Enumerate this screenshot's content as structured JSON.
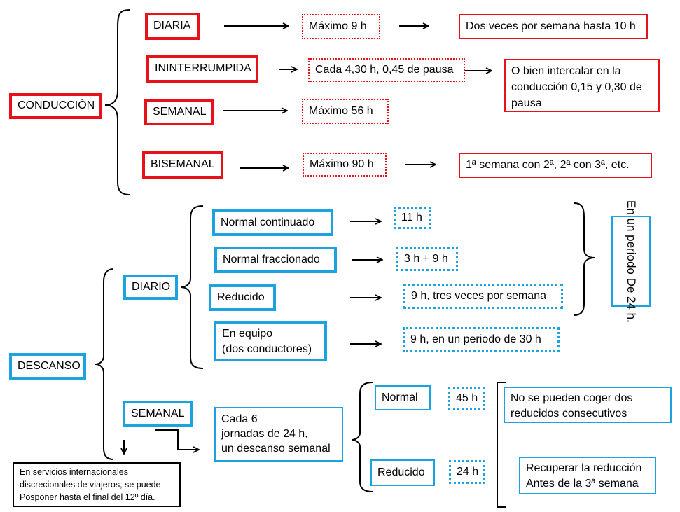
{
  "conduccion": {
    "label": "CONDUCCIÓN",
    "items": [
      {
        "label": "DIARIA",
        "value": "Máximo 9 h",
        "note": "Dos veces por semana hasta 10 h"
      },
      {
        "label": "ININTERRUMPIDA",
        "value": "Cada 4,30 h, 0,45 de pausa",
        "note": "O bien intercalar en la conducción 0,15 y 0,30 de pausa"
      },
      {
        "label": "SEMANAL",
        "value": "Máximo 56 h"
      },
      {
        "label": "BISEMANAL",
        "value": "Máximo 90 h",
        "note": "1ª semana con 2ª, 2ª con 3ª, etc."
      }
    ]
  },
  "descanso": {
    "label": "DESCANSO",
    "diario": {
      "label": "DIARIO",
      "items": [
        {
          "label": "Normal continuado",
          "value": "11 h"
        },
        {
          "label": "Normal fraccionado",
          "value": "3 h + 9 h"
        },
        {
          "label": "Reducido",
          "value": "9 h, tres veces por semana"
        },
        {
          "label_line1": "En equipo",
          "label_line2": "(dos conductores)",
          "value": "9 h, en un periodo de 30 h"
        }
      ],
      "period_note": "En un periodo De 24 h."
    },
    "semanal": {
      "label": "SEMANAL",
      "rule_line1": "Cada 6",
      "rule_line2": "jornadas de 24 h,",
      "rule_line3": "un descanso semanal",
      "normal": {
        "label": "Normal",
        "value": "45 h",
        "note": "No se pueden coger dos reducidos consecutivos"
      },
      "reducido": {
        "label": "Reducido",
        "value": "24 h",
        "note_line1": "Recuperar la reducción",
        "note_line2": "Antes de la 3ª semana"
      }
    },
    "internacional_note": "En servicios internacionales discrecionales de viajeros, se puede Posponer hasta el final del 12º día."
  }
}
